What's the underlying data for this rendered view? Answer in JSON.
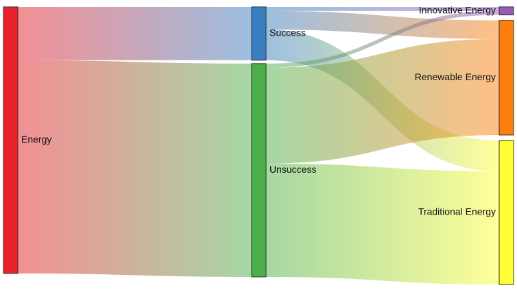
{
  "diagram": {
    "type": "sankey",
    "nodes": [
      {
        "id": "energy",
        "label": "Energy",
        "color": "#e8202a",
        "column": 0,
        "value": 100
      },
      {
        "id": "success",
        "label": "Success",
        "color": "#3a7fc1",
        "column": 1,
        "value": 20
      },
      {
        "id": "unsuccess",
        "label": "Unsuccess",
        "color": "#4daf4a",
        "column": 1,
        "value": 80
      },
      {
        "id": "innovative",
        "label": "Innovative Energy",
        "color": "#9b59b6",
        "column": 2,
        "value": 3
      },
      {
        "id": "renewable",
        "label": "Renewable Energy",
        "color": "#ff7f0e",
        "column": 2,
        "value": 43
      },
      {
        "id": "traditional",
        "label": "Traditional Energy",
        "color": "#ffff33",
        "column": 2,
        "value": 54
      }
    ],
    "links": [
      {
        "source": "energy",
        "target": "success",
        "value": 20
      },
      {
        "source": "energy",
        "target": "unsuccess",
        "value": 80
      },
      {
        "source": "success",
        "target": "innovative",
        "value": 1.5
      },
      {
        "source": "success",
        "target": "renewable",
        "value": 7
      },
      {
        "source": "success",
        "target": "traditional",
        "value": 11.5
      },
      {
        "source": "unsuccess",
        "target": "innovative",
        "value": 1.5
      },
      {
        "source": "unsuccess",
        "target": "renewable",
        "value": 36
      },
      {
        "source": "unsuccess",
        "target": "traditional",
        "value": 42.5
      }
    ]
  }
}
